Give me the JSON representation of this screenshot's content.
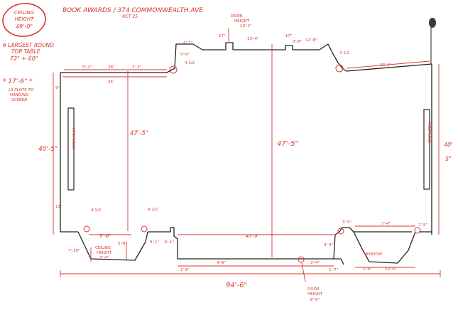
{
  "header": {
    "ceiling_line1": "CEILING",
    "ceiling_line2": "HEIGHT",
    "ceiling_value": "49'-0\"",
    "title": "BOOK AWARDS / 374 COMMONWEALTH AVE",
    "date": "OCT 25"
  },
  "notes": {
    "table_line1": "6 LARGEST ROUND",
    "table_line2": "TOP TABLE",
    "table_line3": "72\" + 60\"",
    "screen_value": "* 17'-6\" *",
    "screen_line1": "LS PLOTS TO",
    "screen_line2": "HANGING",
    "screen_line3": "SCREEN"
  },
  "labels": {
    "fireplace_left": "FIREPLACE",
    "fireplace_right": "FIREPLACE",
    "door_top_1": "DOOR",
    "door_top_2": "HEIGHT",
    "door_top_3": "10'-1\"",
    "door_bottom_1": "DOOR",
    "door_bottom_2": "HEIGHT",
    "door_bottom_3": "8'-9\"",
    "ceiling_small_1": "CEILING",
    "ceiling_small_2": "HEIGHT",
    "ceiling_small_3": "7'-4\"",
    "window": "WINDOW"
  },
  "dims": {
    "overall_width": "94'-6\"",
    "height_center": "47'-5\"",
    "height_left": "47'-5\"",
    "left_wall": "40'-5\"",
    "right_wall_a": "40'",
    "right_wall_b": "5\"",
    "bottom_center": "43'-9\"",
    "bay_left": "9'-6\"",
    "d_25": "25'",
    "d_28": "28'",
    "d_5_2": "5'-2\"",
    "d_3_3": "3'-3\"",
    "d_13_4": "13'-4\"",
    "d_3_8": "3'-8\"",
    "d_12_8": "12'-8\"",
    "d_17_top": "17\"",
    "d_17_b": "17\"",
    "d_4_2": "4'-2\"",
    "d_33_1": "33'-1\"",
    "d_9": "9'",
    "d_13": "13'",
    "d_7_10": "7'-10\"",
    "d_5_6": "5'-6\"",
    "d_3_1": "3'-1\"",
    "d_4_6": "4'-6\"",
    "d_1_8": "1'-8\"",
    "d_3_4": "3'-4\"",
    "d_1_7": "1'-7\"",
    "d_7_4": "7'-4\"",
    "d_7_5": "7'-5\"",
    "d_3_5": "3'-5\"",
    "d_10_6": "10'-6\"",
    "d_1_6": "1'-6\"",
    "d_44": "4'-4\"",
    "d_6_1": "6'-1\"",
    "win_1": "4 1/2",
    "win_2": "4 1/2",
    "win_3": "4 1/2",
    "win_4": "4 1/2",
    "d_5_9": "5'-9\""
  },
  "colors": {
    "ink_red": "#d8342c",
    "ink_black": "#222222"
  }
}
